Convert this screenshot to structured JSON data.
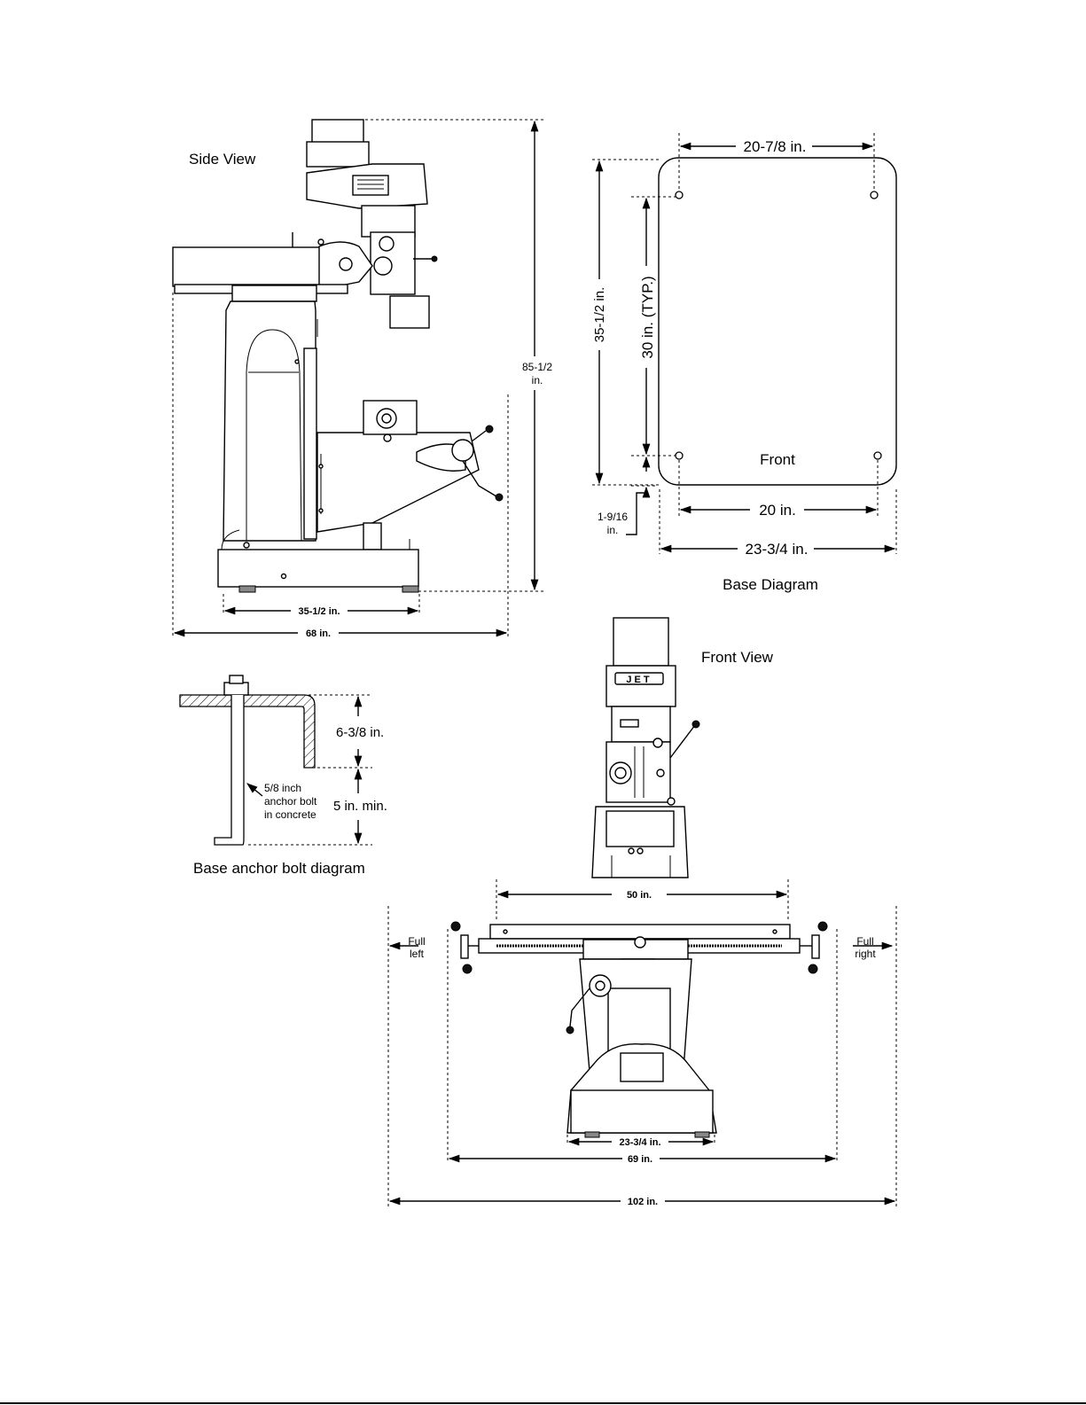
{
  "labels": {
    "side_view": "Side View",
    "front_view": "Front View",
    "base_diagram": "Base Diagram",
    "front": "Front",
    "anchor_title": "Base anchor bolt diagram",
    "anchor_note_1": "5/8 inch",
    "anchor_note_2": "anchor bolt",
    "anchor_note_3": "in concrete",
    "full_left_1": "Full",
    "full_left_2": "left",
    "full_right_1": "Full",
    "full_right_2": "right",
    "jet_logo": "JET"
  },
  "dimensions": {
    "side_height_1": "85-1/2",
    "side_height_2": "in.",
    "side_base_depth": "35-1/2 in.",
    "side_overall_depth": "68 in.",
    "base_hole_width": "20-7/8 in.",
    "base_depth": "35-1/2 in.",
    "base_hole_spacing": "30 in. (TYP.)",
    "base_front_offset_1": "1-9/16",
    "base_front_offset_2": "in.",
    "base_hole_width_front": "20 in.",
    "base_width": "23-3/4 in.",
    "anchor_height": "6-3/8 in.",
    "anchor_depth": "5 in. min.",
    "table_length": "50 in.",
    "front_base_width": "23-3/4 in.",
    "front_overall_width": "69 in.",
    "travel_width": "102 in."
  }
}
